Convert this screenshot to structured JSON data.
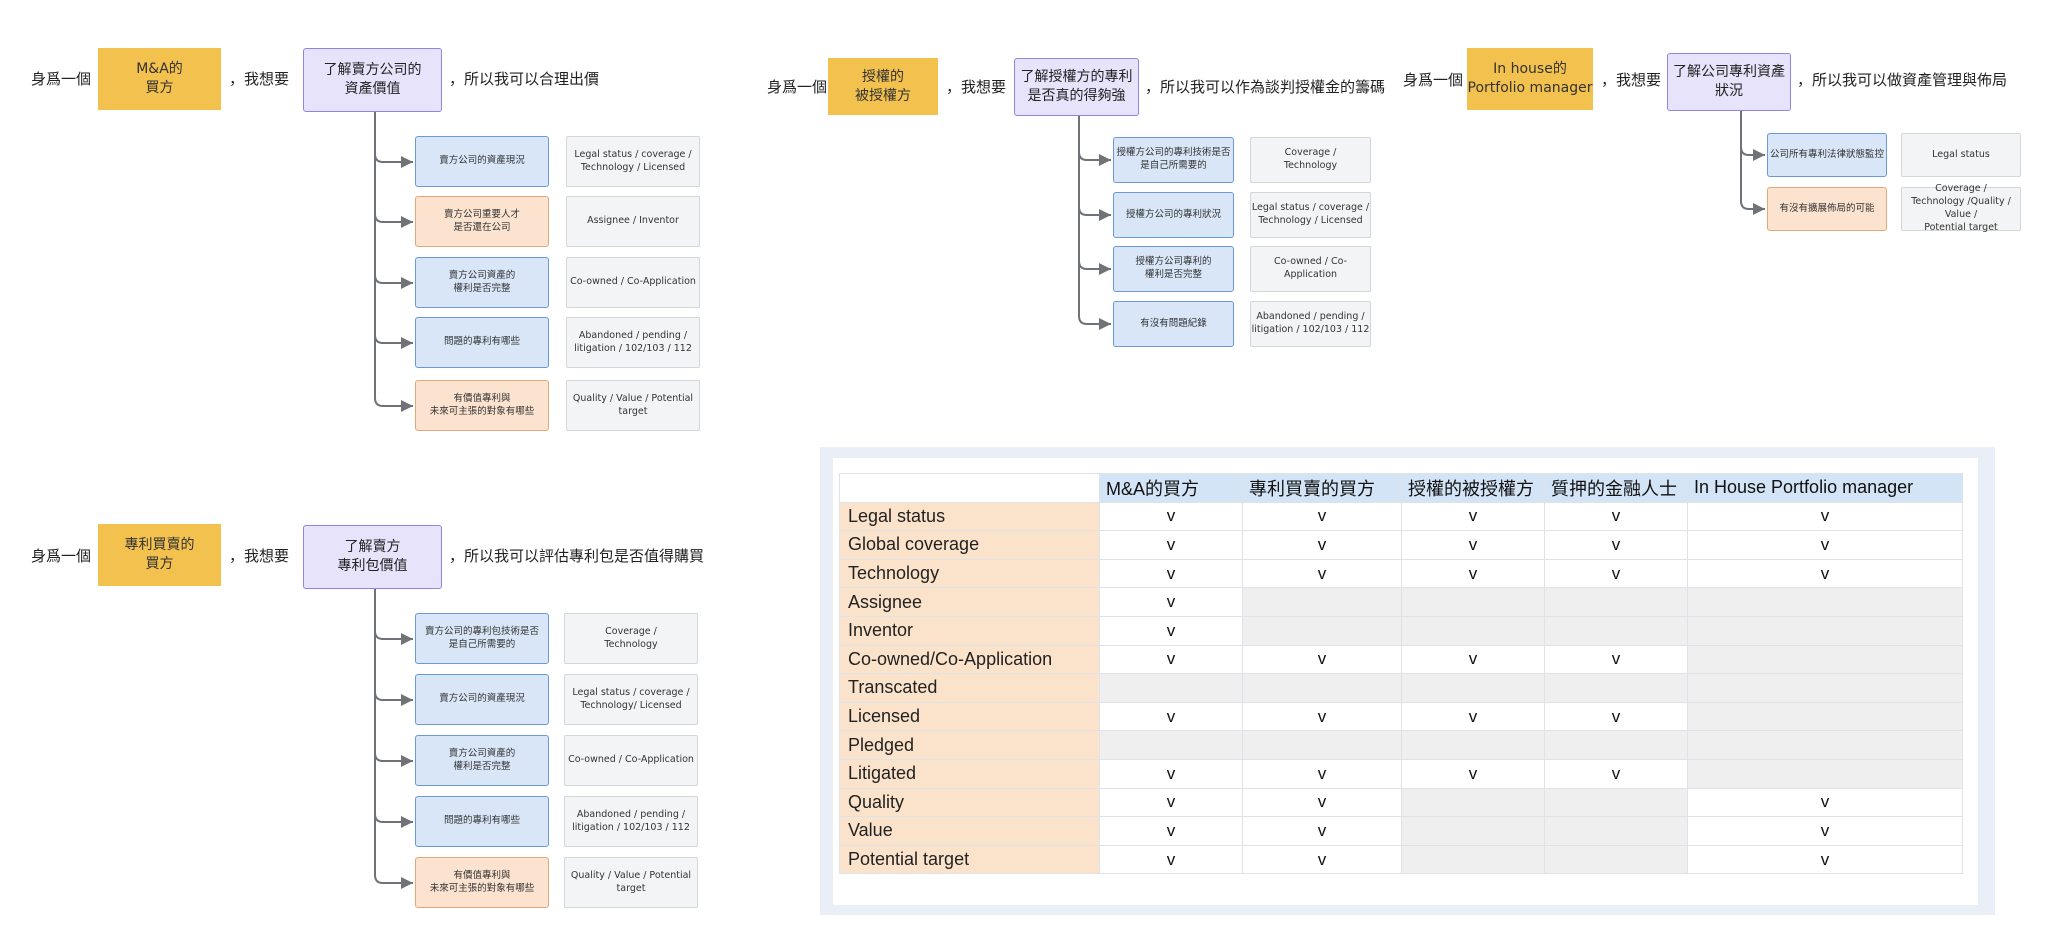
{
  "flows": [
    {
      "id": "ma-buyer",
      "prefix": "身爲一個",
      "role": "M&A的\n買方",
      "want": "，我想要",
      "goal": "了解賣方公司的\n資產價值",
      "so": "，所以我可以合理出價",
      "rows": [
        {
          "need": "賣方公司的資產現況",
          "tone": "blue",
          "attr": "Legal status / coverage /\nTechnology / Licensed"
        },
        {
          "need": "賣方公司重要人才\n是否還在公司",
          "tone": "orange",
          "attr": "Assignee / Inventor"
        },
        {
          "need": "賣方公司資產的\n權利是否完整",
          "tone": "blue",
          "attr": "Co-owned / Co-Application"
        },
        {
          "need": "問題的專利有哪些",
          "tone": "blue",
          "attr": "Abandoned / pending /\nlitigation / 102/103 / 112"
        },
        {
          "need": "有價值專利與\n未來可主張的對象有哪些",
          "tone": "orange",
          "attr": "Quality / Value / Potential\ntarget"
        }
      ]
    },
    {
      "id": "licensee",
      "prefix": "身爲一個",
      "role": "授權的\n被授權方",
      "want": "，我想要",
      "goal": "了解授權方的專利\n是否真的得夠強",
      "so": "，所以我可以作為談判授權金的籌碼",
      "rows": [
        {
          "need": "授權方公司的專利技術是否\n是自己所需要的",
          "tone": "blue",
          "attr": "Coverage /\nTechnology"
        },
        {
          "need": "授權方公司的專利狀況",
          "tone": "blue",
          "attr": "Legal status / coverage /\nTechnology / Licensed"
        },
        {
          "need": "授權方公司專利的\n權利是否完整",
          "tone": "blue",
          "attr": "Co-owned / Co-Application"
        },
        {
          "need": "有沒有問題紀錄",
          "tone": "blue",
          "attr": "Abandoned / pending /\nlitigation / 102/103 / 112"
        }
      ]
    },
    {
      "id": "portfolio",
      "prefix": "身爲一個",
      "role": "In house的\nPortfolio manager",
      "want": "，我想要",
      "goal": "了解公司專利資產\n狀況",
      "so": "，所以我可以做資產管理與佈局",
      "rows": [
        {
          "need": "公司所有專利法律狀態監控",
          "tone": "blue",
          "attr": "Legal status"
        },
        {
          "need": "有沒有擴展佈局的可能",
          "tone": "orange",
          "attr": "Coverage /\nTechnology /Quality / Value /\nPotential target"
        }
      ]
    },
    {
      "id": "patent-buyer",
      "prefix": "身爲一個",
      "role": "專利買賣的\n買方",
      "want": "，我想要",
      "goal": "了解賣方\n專利包價值",
      "so": "，所以我可以評估專利包是否值得購買",
      "rows": [
        {
          "need": "賣方公司的專利包技術是否\n是自己所需要的",
          "tone": "blue",
          "attr": "Coverage /\nTechnology"
        },
        {
          "need": "賣方公司的資產現況",
          "tone": "blue",
          "attr": "Legal status / coverage /\nTechnology/ Licensed"
        },
        {
          "need": "賣方公司資產的\n權利是否完整",
          "tone": "blue",
          "attr": "Co-owned / Co-Application"
        },
        {
          "need": "問題的專利有哪些",
          "tone": "blue",
          "attr": "Abandoned / pending /\nlitigation / 102/103 / 112"
        },
        {
          "need": "有價值專利與\n未來可主張的對象有哪些",
          "tone": "orange",
          "attr": "Quality / Value / Potential\ntarget"
        }
      ]
    }
  ],
  "table": {
    "headers": [
      "",
      "M&A的買方",
      "專利買賣的買方",
      "授權的被授權方",
      "質押的金融人士",
      "In House Portfolio manager"
    ],
    "rows": [
      {
        "label": "Legal status",
        "cells": [
          "v",
          "v",
          "v",
          "v",
          "v"
        ]
      },
      {
        "label": "Global coverage",
        "cells": [
          "v",
          "v",
          "v",
          "v",
          "v"
        ]
      },
      {
        "label": "Technology",
        "cells": [
          "v",
          "v",
          "v",
          "v",
          "v"
        ]
      },
      {
        "label": "Assignee",
        "cells": [
          "v",
          "",
          "",
          "",
          ""
        ]
      },
      {
        "label": "Inventor",
        "cells": [
          "v",
          "",
          "",
          "",
          ""
        ]
      },
      {
        "label": "Co-owned/Co-Application",
        "cells": [
          "v",
          "v",
          "v",
          "v",
          ""
        ]
      },
      {
        "label": "Transcated",
        "cells": [
          "",
          "",
          "",
          "",
          ""
        ]
      },
      {
        "label": "Licensed",
        "cells": [
          "v",
          "v",
          "v",
          "v",
          ""
        ]
      },
      {
        "label": "Pledged",
        "cells": [
          "",
          "",
          "",
          "",
          ""
        ]
      },
      {
        "label": "Litigated",
        "cells": [
          "v",
          "v",
          "v",
          "v",
          ""
        ]
      },
      {
        "label": "Quality",
        "cells": [
          "v",
          "v",
          "",
          "",
          "v"
        ]
      },
      {
        "label": "Value",
        "cells": [
          "v",
          "v",
          "",
          "",
          "v"
        ]
      },
      {
        "label": "Potential target",
        "cells": [
          "v",
          "v",
          "",
          "",
          "v"
        ]
      }
    ],
    "colors": {
      "header": "#d4e4f7",
      "label": "#fbe3cb",
      "empty": "#efefef",
      "frame": "#e9eef7"
    }
  },
  "colors": {
    "role": "#f2c14e",
    "goal_fill": "#e6e3fb",
    "goal_border": "#8f86e3",
    "need_blue": "#d8e6f8",
    "need_orange": "#fbe3cf",
    "attr": "#f3f4f5",
    "connector": "#6f7378"
  }
}
